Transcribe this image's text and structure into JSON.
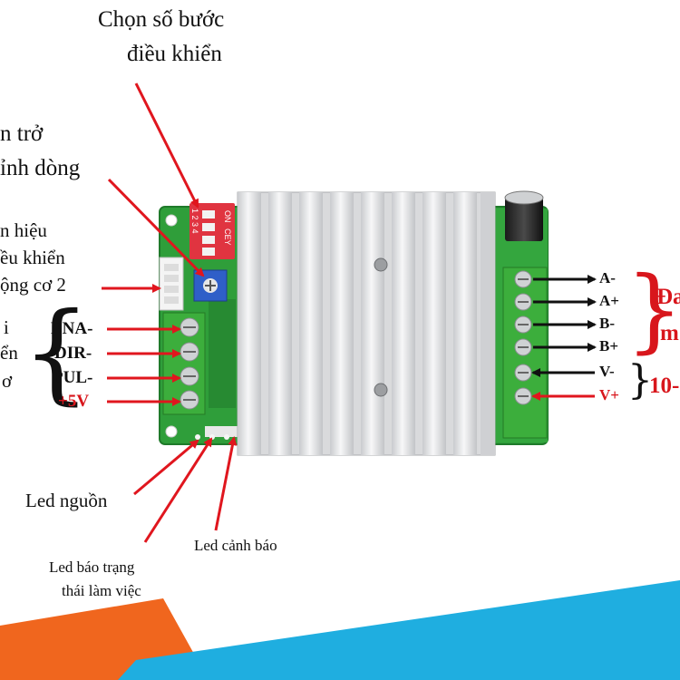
{
  "labels": {
    "step_select_line1": "Chọn số bước",
    "step_select_line2": "điều khiển",
    "pot_line1": "n trở",
    "pot_line2": "ỉnh dòng",
    "signal_line1": "n hiệu",
    "signal_line2": "ều khiển",
    "signal_line3": "ộng cơ 2",
    "left_partial_1": "i",
    "left_partial_2": "ển",
    "left_partial_3": "ơ",
    "led_power": "Led nguồn",
    "led_status_line1": "Led báo trạng",
    "led_status_line2": "thái làm việc",
    "led_warning": "Led cảnh báo",
    "motor_partial_1": "Đa",
    "motor_partial_2": "m",
    "voltage_partial": "10-"
  },
  "left_pins": [
    "ENA-",
    "DIR-",
    "PUL-",
    "+5V"
  ],
  "right_pins": [
    "A-",
    "A+",
    "B-",
    "B+",
    "V-",
    "V+"
  ],
  "dip_switch": {
    "on_label": "ON",
    "code_label": "CEY",
    "numbers": "1 2 3 4"
  },
  "colors": {
    "arrow_red": "#e0161e",
    "text_red": "#d8161c",
    "pcb_green": "#2f9e3a",
    "heatsink": "#e3e4e6",
    "terminal_green": "#3cae3c",
    "banner_orange": "#f0661e",
    "banner_blue": "#1faee0"
  }
}
